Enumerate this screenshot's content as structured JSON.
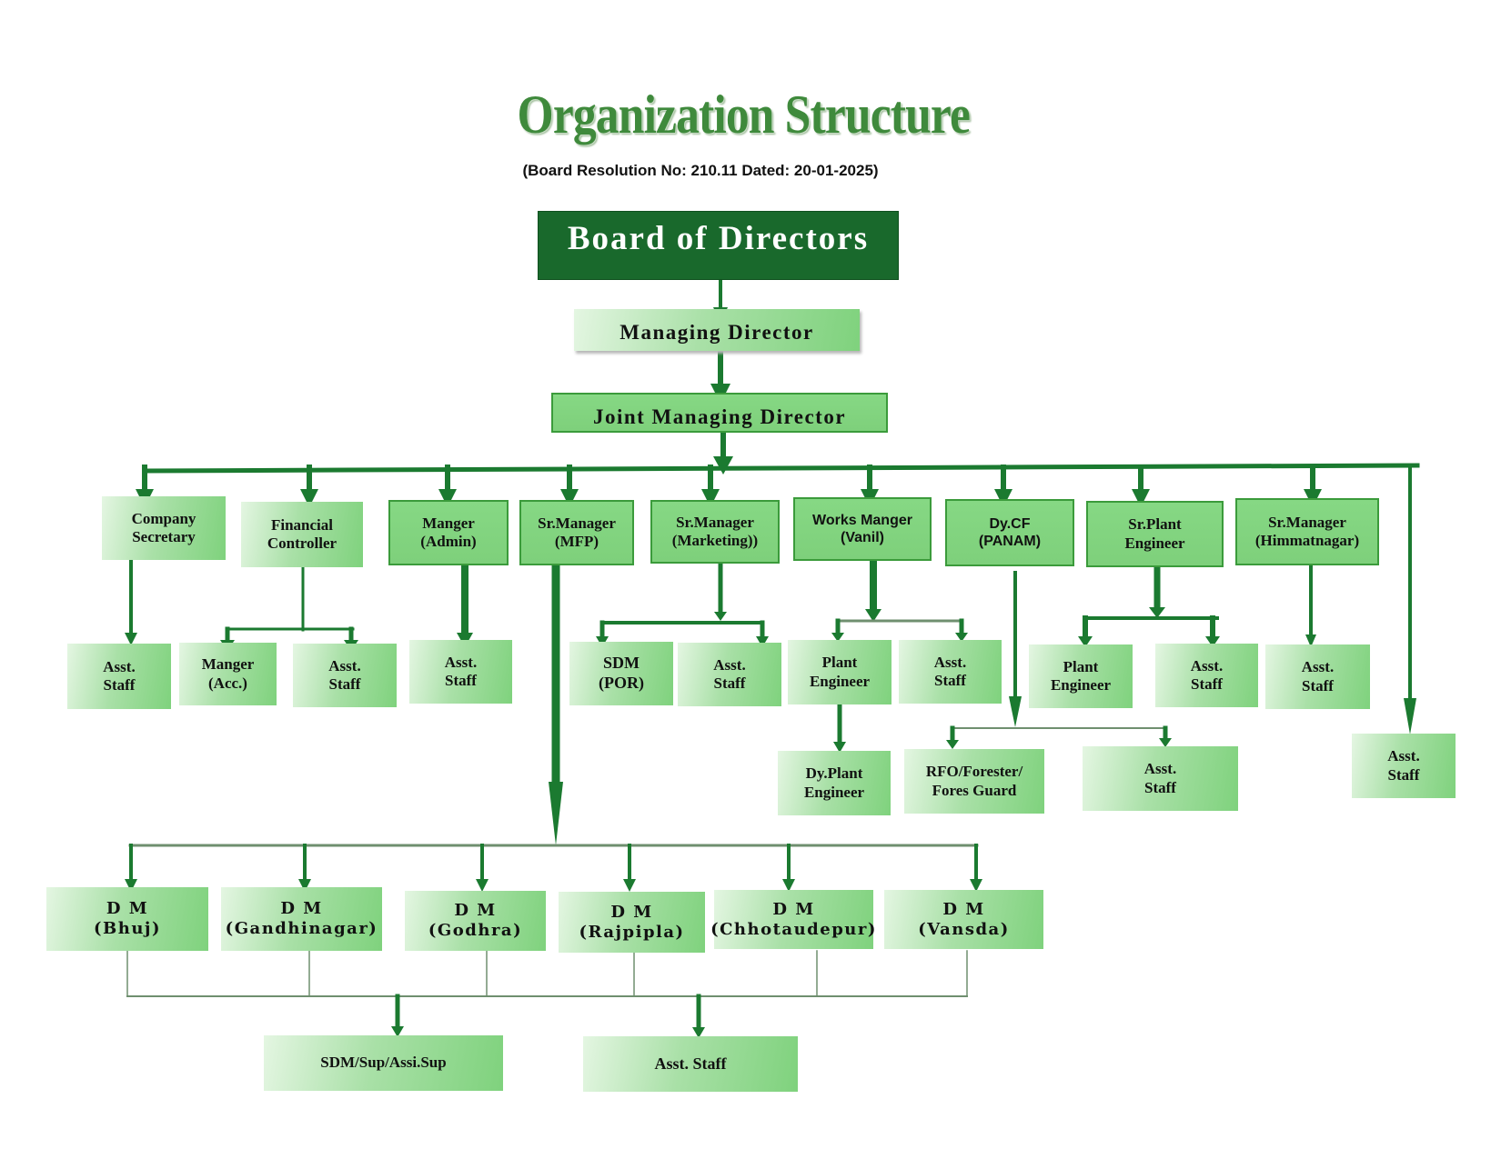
{
  "header": {
    "title": "Organization Structure",
    "subtitle": "(Board Resolution  No: 210.11 Dated: 20-01-2025)"
  },
  "colors": {
    "arrow": "#1b7a30",
    "root_fill": "#19692c",
    "box_light": "#e4f6e2",
    "box_dark": "#7fd27d",
    "border": "#3b9b3b"
  },
  "nodes": {
    "board": "Board of Directors",
    "md": "Managing Director",
    "jmd": "Joint Managing Director",
    "company_secretary": "Company\nSecretary",
    "financial_controller": "Financial\nController",
    "manager_admin": "Manger\n(Admin)",
    "sr_manager_mfp": "Sr.Manager\n(MFP)",
    "sr_manager_marketing": "Sr.Manager\n(Marketing))",
    "works_manager_vanil": "Works Manger\n(Vanil)",
    "dy_cf_panam": "Dy.CF\n(PANAM)",
    "sr_plant_engineer": "Sr.Plant\nEngineer",
    "sr_manager_himmatnagar": "Sr.Manager\n(Himmatnagar)",
    "cs_asst_staff": "Asst.\nStaff",
    "manager_acc": "Manger\n(Acc.)",
    "fc_asst_staff": "Asst.\nStaff",
    "admin_asst_staff": "Asst.\nStaff",
    "sdm_por": "SDM\n(POR)",
    "mkt_asst_staff": "Asst.\nStaff",
    "vanil_plant_engineer": "Plant\nEngineer",
    "vanil_asst_staff": "Asst.\nStaff",
    "dy_plant_engineer": "Dy.Plant\nEngineer",
    "rfo": "RFO/Forester/\nFores Guard",
    "panam_asst_staff": "Asst.\nStaff",
    "spe_plant_engineer": "Plant\nEngineer",
    "spe_asst_staff": "Asst.\nStaff",
    "him_asst_staff": "Asst.\nStaff",
    "jmd_asst_staff": "Asst.\nStaff",
    "dm_bhuj": "D M\n(Bhuj)",
    "dm_gandhinagar": "D M\n(Gandhinagar)",
    "dm_godhra": "D M\n(Godhra)",
    "dm_rajpipla": "D M\n(Rajpipla)",
    "dm_chhotaudepur": "D M\n(Chhotaudepur)",
    "dm_vansda": "D M\n(Vansda)",
    "sdm_sup": "SDM/Sup/Assi.Sup",
    "dm_asst_staff": "Asst. Staff"
  }
}
